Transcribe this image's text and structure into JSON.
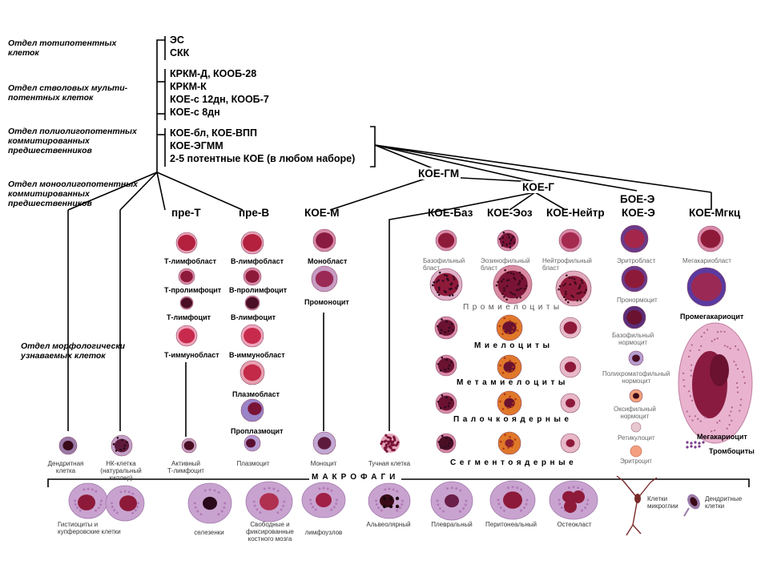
{
  "sections": {
    "totipotent": "Отдел тотипотентных\nклеток",
    "stem": "Отдел стволовых мульти-\nпотентных клеток",
    "polyoligo": "Отдел полиолигопотентных\nкоммитированных\nпредшественников",
    "monooligo": "Отдел моноолигопотентных\nкоммитированных\nпредшественников",
    "morph": "Отдел морфологически\nузнаваемых клеток"
  },
  "blocks": {
    "b1": "ЭС\nСКК",
    "b2": "КРКМ-Д, КООБ-28\nКРКМ-К\nКОЕ-с 12дн, КООБ-7\nКОЕ-с 8дн",
    "b3": "КОЕ-бл, КОЕ-ВПП\nКОЕ-ЭГММ\n2-5 потентные КОЕ (в любом наборе)"
  },
  "nodes": {
    "koe_gm": "КОЕ-ГМ",
    "koe_g": "КОЕ-Г",
    "pre_t": "пре-Т",
    "pre_b": "пре-В",
    "koe_m": "КОЕ-М",
    "koe_baz": "КОЕ-Баз",
    "koe_eoz": "КОЕ-Эоз",
    "koe_neut": "КОЕ-Нейтр",
    "boe_e": "БОЕ-Э",
    "koe_e": "КОЕ-Э",
    "koe_mgkc": "КОЕ-Мгкц"
  },
  "cell_labels": {
    "t1": "Т-лимфобласт",
    "t2": "Т-пролимфоцит",
    "t3": "Т-лимфоцит",
    "t4": "Т-иммунобласт",
    "b1": "В-лимфобласт",
    "b2": "В-пролимфоцит",
    "b3": "В-лимфоцит",
    "b4": "В-иммунобласт",
    "b5": "Плазмобласт",
    "b6": "Проплазмоцит",
    "m1": "Монобласт",
    "m2": "Промоноцит",
    "mk1": "Промегакариоцит",
    "mk2": "Мегакариоцит",
    "mk3": "Тромбоциты"
  },
  "gray_labels": {
    "baz": "Базофильный\nбласт",
    "eoz": "Эозинофильный\nбласт",
    "neut": "Нейтрофильный\nбласт",
    "e1": "Эритробласт",
    "e2": "Пронормоцит",
    "e3": "Базофильный\nнормоцит",
    "e4": "Полихроматофильный\nнормоцит",
    "e5": "Оксифильный\nнормоцит",
    "e6": "Ретикулоцит",
    "e7": "Эритроцит",
    "mgb": "Мегакариобласт"
  },
  "row_labels": {
    "promyel": "Промиелоциты",
    "myel": "Миелоциты",
    "metamyel": "Метамиелоциты",
    "band": "Палочкоядерные",
    "seg": "Сегментоядерные"
  },
  "bottom_labels": {
    "dendritic": "Дендритная\nклетка",
    "nk": "НК-клетка\n(натуральный\nкиллер)",
    "active_t": "Активный\nТ-лимфоцит",
    "plasmocyte": "Плазмоцит",
    "monocyte": "Моноцит",
    "mast": "Тучная клетка"
  },
  "macrophages": {
    "title": "МАКРОФАГИ",
    "histio": "Гистиоциты и\nкупферовские клетки",
    "spleen": "селезенки",
    "free_fixed": "Свободные и фиксированные\nкостного мозга",
    "lymph": "лимфоузлов",
    "alveolar": "Альвеолярный",
    "pleural": "Плевральный",
    "peritoneal": "Перитонеальный",
    "osteoclast": "Остеокласт",
    "microglia": "Клетки\nмикроглии",
    "dendritic": "Дендритные\nклетки"
  },
  "colors": {
    "nucleus": "#7a1436",
    "cytoplasm": "#d98aa8",
    "red_cell": "#c8324a",
    "orange": "#e0782a",
    "macrophage": "#c9a3cf",
    "label_gray": "#666666"
  }
}
